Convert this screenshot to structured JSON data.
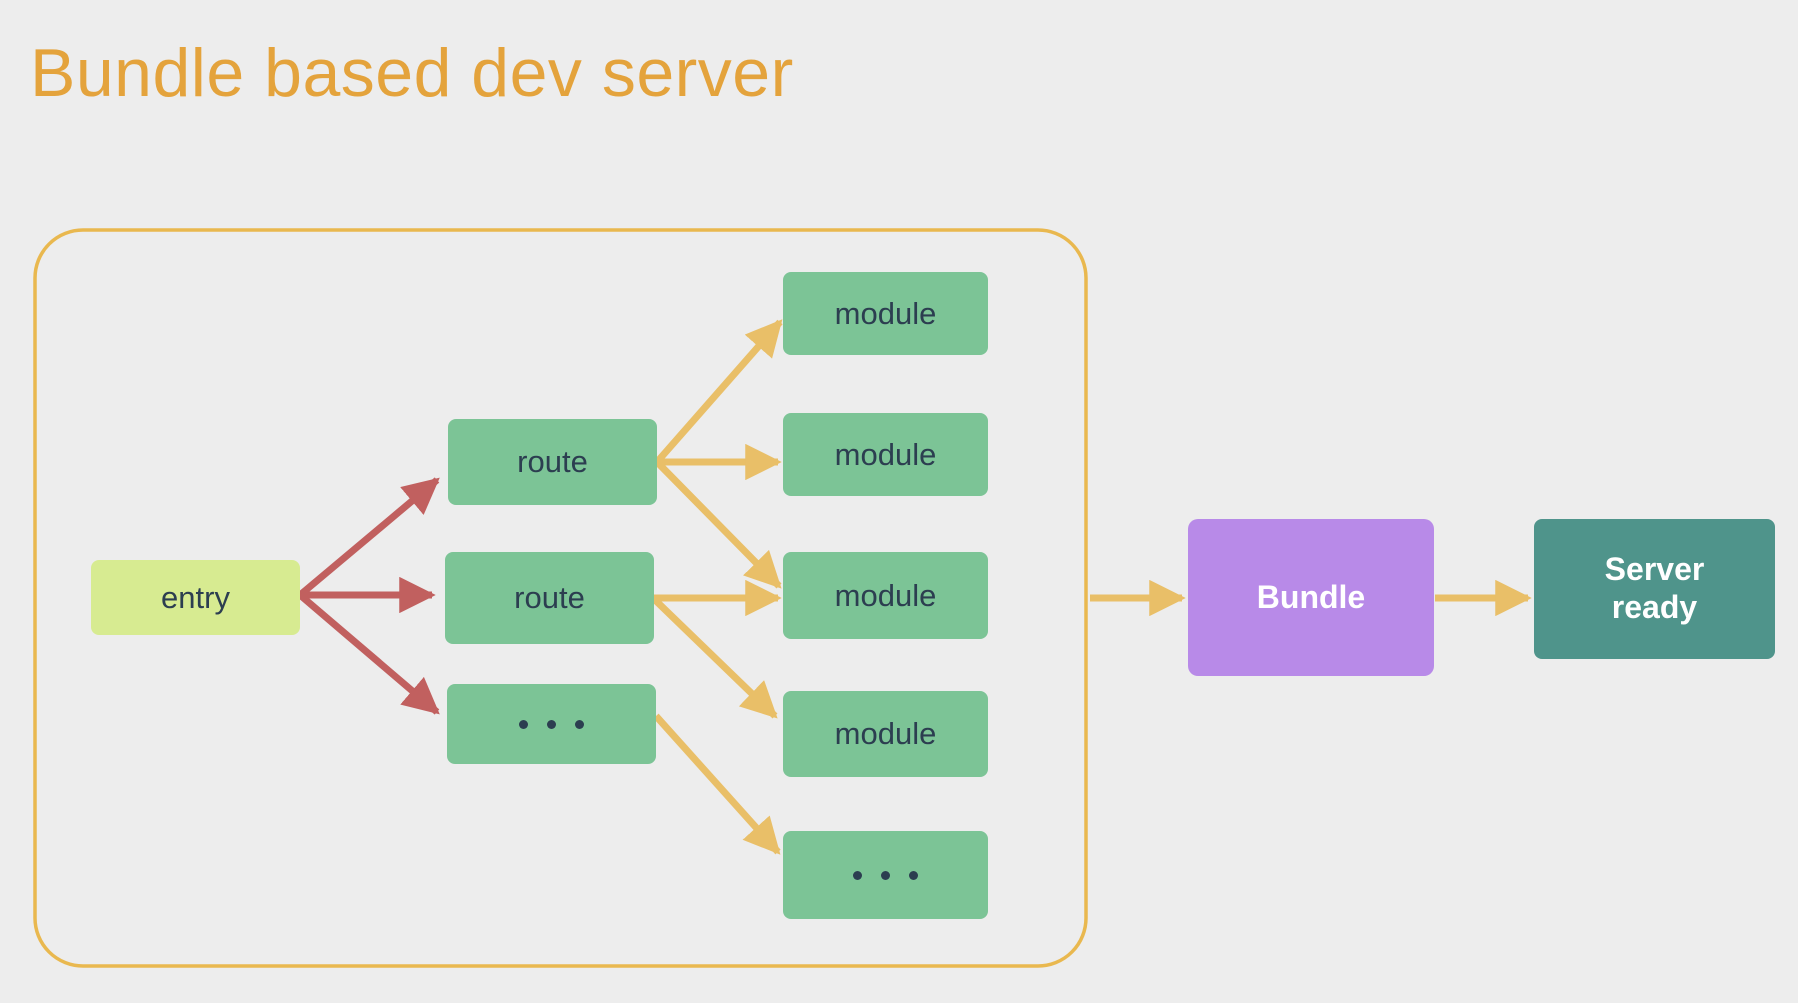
{
  "page": {
    "title": "Bundle based dev server",
    "background_color": "#ededed",
    "title_color": "#e4a33c"
  },
  "diagram": {
    "type": "flow-diagram",
    "container": {
      "label": "bundle-graph-container",
      "border_color": "#e9b84f"
    },
    "colors": {
      "entry_fill": "#d7eb91",
      "node_fill": "#7cc496",
      "bundle_fill": "#b88ae8",
      "server_fill": "#4f948b",
      "node_text": "#2c3e50",
      "red_arrow": "#c1605f",
      "amber_arrow": "#e9bf68"
    },
    "nodes": [
      {
        "id": "entry",
        "label": "entry",
        "kind": "entry"
      },
      {
        "id": "route1",
        "label": "route",
        "kind": "route"
      },
      {
        "id": "route2",
        "label": "route",
        "kind": "route"
      },
      {
        "id": "route3",
        "label": "...",
        "kind": "route-ellipsis"
      },
      {
        "id": "module1",
        "label": "module",
        "kind": "module"
      },
      {
        "id": "module2",
        "label": "module",
        "kind": "module"
      },
      {
        "id": "module3",
        "label": "module",
        "kind": "module"
      },
      {
        "id": "module4",
        "label": "module",
        "kind": "module"
      },
      {
        "id": "module5",
        "label": "...",
        "kind": "module-ellipsis"
      },
      {
        "id": "bundle",
        "label": "Bundle",
        "kind": "bundle"
      },
      {
        "id": "server",
        "label": "Server\nready",
        "kind": "server"
      }
    ],
    "edges": [
      {
        "from": "entry",
        "to": "route1",
        "color": "#c1605f"
      },
      {
        "from": "entry",
        "to": "route2",
        "color": "#c1605f"
      },
      {
        "from": "entry",
        "to": "route3",
        "color": "#c1605f"
      },
      {
        "from": "route1",
        "to": "module1",
        "color": "#e9bf68"
      },
      {
        "from": "route1",
        "to": "module2",
        "color": "#e9bf68"
      },
      {
        "from": "route1",
        "to": "module3",
        "color": "#e9bf68"
      },
      {
        "from": "route2",
        "to": "module3",
        "color": "#e9bf68"
      },
      {
        "from": "route2",
        "to": "module4",
        "color": "#e9bf68"
      },
      {
        "from": "route3",
        "to": "module5",
        "color": "#e9bf68"
      },
      {
        "from": "container",
        "to": "bundle",
        "color": "#e9bf68"
      },
      {
        "from": "bundle",
        "to": "server",
        "color": "#e9bf68"
      }
    ]
  }
}
